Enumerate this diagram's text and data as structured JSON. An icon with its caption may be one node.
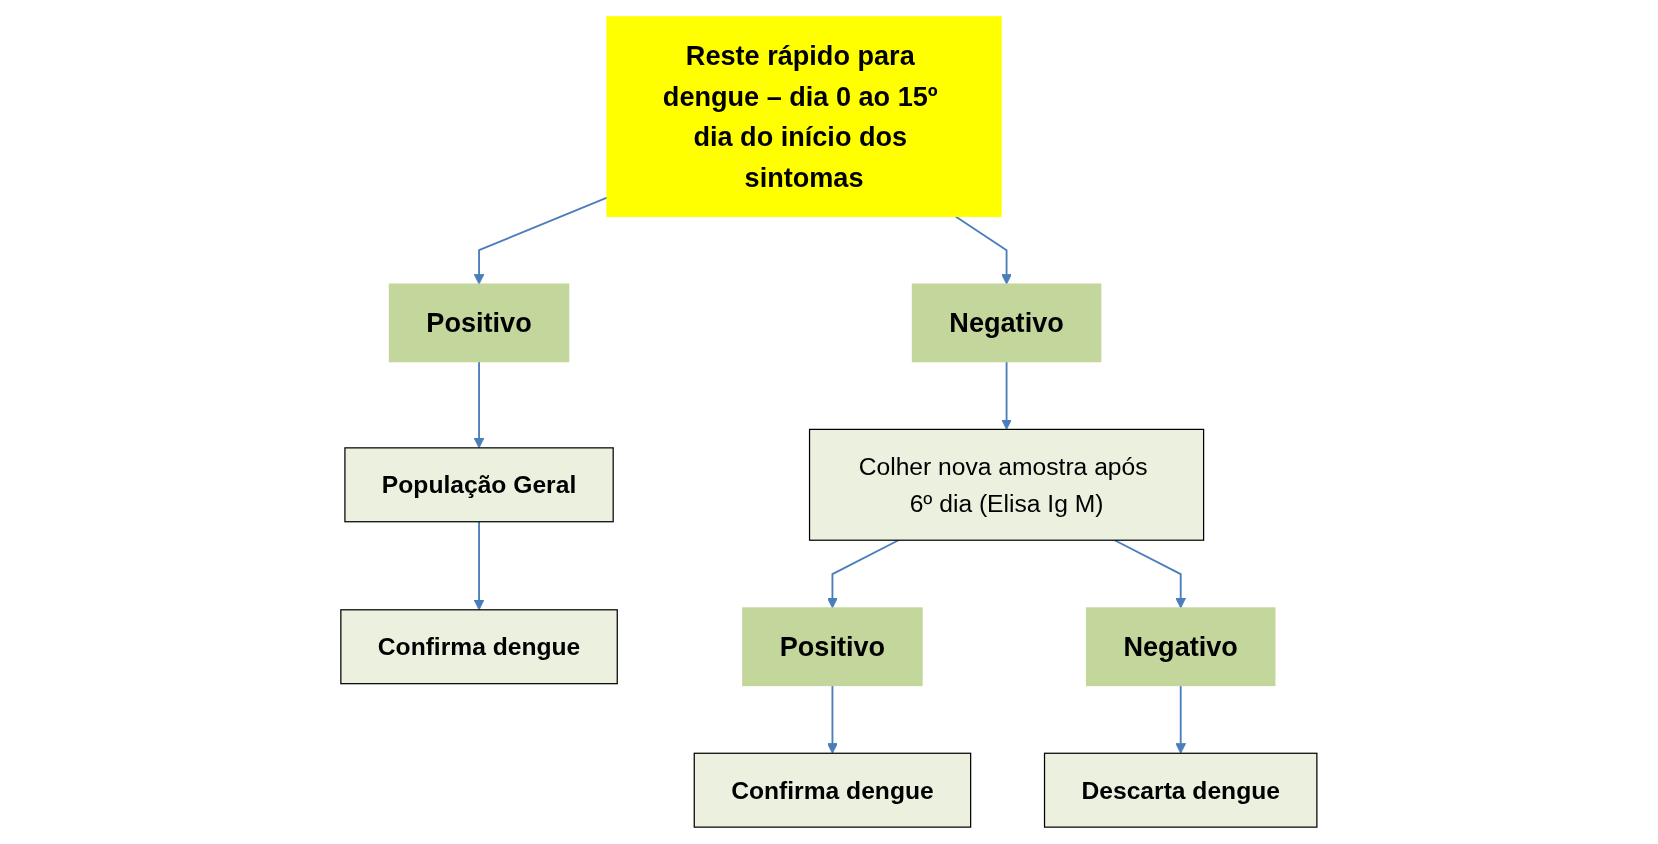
{
  "diagram": {
    "nodes": [
      {
        "text": [
          "Reste rápido para dengue – dia 0 ao 15º dia do início dos sintomas"
        ]
      },
      {
        "text": [
          "Positivo"
        ]
      },
      {
        "text": [
          "Negativo"
        ]
      },
      {
        "text": [
          "População Geral"
        ]
      },
      {
        "text": [
          "Confirma dengue"
        ]
      },
      {
        "text": [
          "Colher nova amostra após 6º dia (Elisa Ig M)"
        ]
      },
      {
        "text": [
          "Positivo"
        ]
      },
      {
        "text": [
          "Negativo"
        ]
      },
      {
        "text": [
          "Confirma dengue"
        ]
      },
      {
        "text": [
          "Descarta dengue"
        ]
      }
    ],
    "edges": [
      {
        "from": 0,
        "to": 1,
        "arrow": "to"
      },
      {
        "from": 0,
        "to": 2,
        "arrow": "to"
      },
      {
        "from": 1,
        "to": 3,
        "arrow": "to"
      },
      {
        "from": 3,
        "to": 4,
        "arrow": "to"
      },
      {
        "from": 2,
        "to": 5,
        "arrow": "to"
      },
      {
        "from": 5,
        "to": 6,
        "arrow": "to"
      },
      {
        "from": 5,
        "to": 7,
        "arrow": "to"
      },
      {
        "from": 6,
        "to": 8,
        "arrow": "to"
      },
      {
        "from": 7,
        "to": 9,
        "arrow": "to"
      }
    ]
  }
}
